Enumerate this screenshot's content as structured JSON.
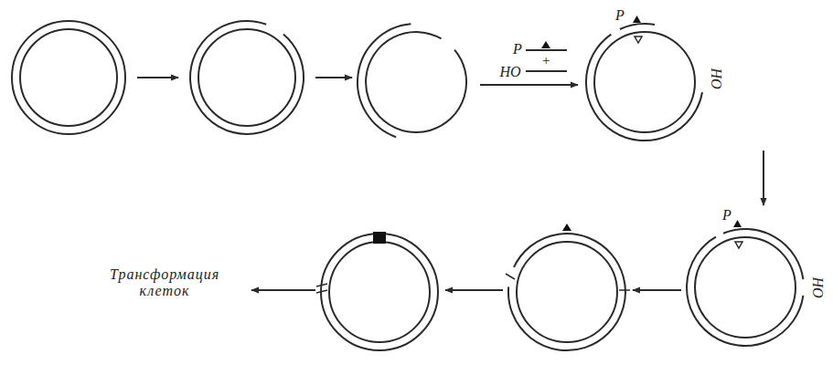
{
  "diagram": {
    "labels": [
      "P",
      "+",
      "HO",
      "P",
      "HO",
      "P",
      "HO",
      "Трансформация клеток"
    ]
  }
}
